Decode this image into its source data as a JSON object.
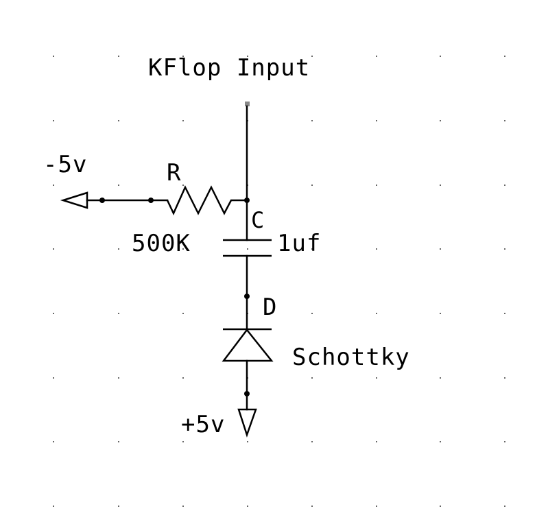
{
  "diagram": {
    "type": "schematic",
    "title": "KFlop Input",
    "components": [
      {
        "ref": "R",
        "kind": "resistor",
        "value": "500K"
      },
      {
        "ref": "C",
        "kind": "capacitor",
        "value": "1uf"
      },
      {
        "ref": "D",
        "kind": "diode",
        "value": "Schottky"
      }
    ],
    "power_ports": [
      {
        "name": "negative-supply",
        "label": "-5v"
      },
      {
        "name": "positive-supply",
        "label": "+5v"
      }
    ],
    "colors": {
      "background": "#ffffff",
      "wire": "#000000",
      "grid": "#666666",
      "pin": "#888888"
    }
  },
  "labels": {
    "title": "KFlop Input",
    "neg_supply": "-5v",
    "pos_supply": "+5v",
    "resistor_ref": "R",
    "resistor_value": "500K",
    "capacitor_ref": "C",
    "capacitor_value": "1uf",
    "diode_ref": "D",
    "diode_value": "Schottky"
  }
}
